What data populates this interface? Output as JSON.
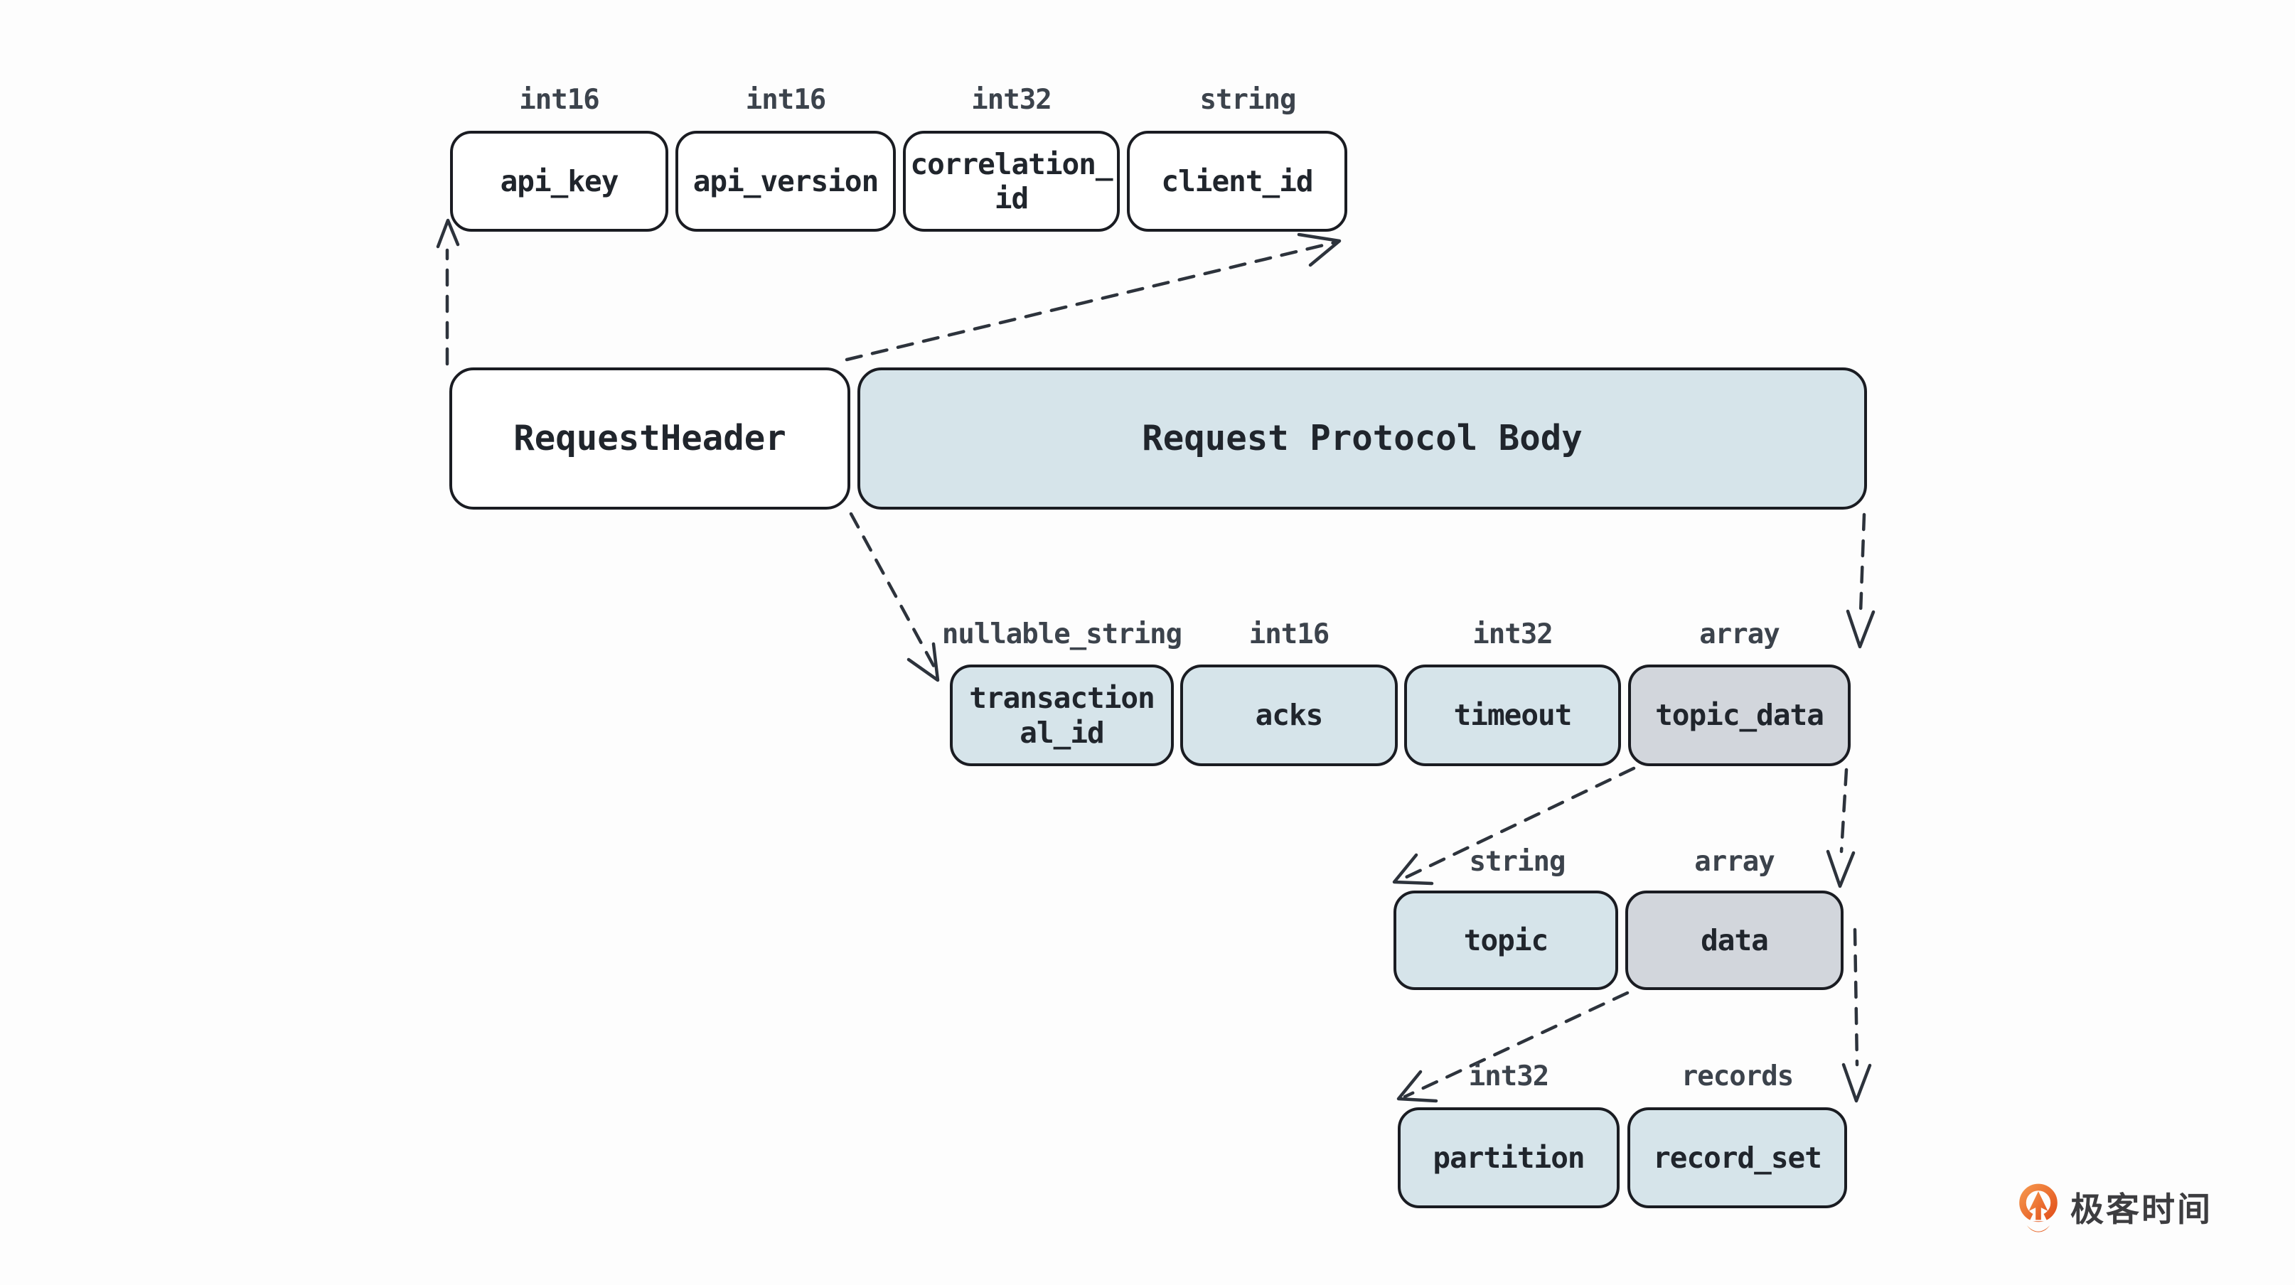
{
  "colors": {
    "bg": "#fdfdfd",
    "stroke": "#1a1c22",
    "text": "#20252c",
    "label": "#3c434c",
    "arrow": "#2d333c",
    "blue": "#d6e4ea",
    "gray": "#d2d6dc",
    "white": "#ffffff",
    "brand_text": "#3d3d40"
  },
  "diagram": {
    "request_header_fields": [
      {
        "type": "int16",
        "name": "api_key"
      },
      {
        "type": "int16",
        "name": "api_version"
      },
      {
        "type": "int32",
        "name": "correlation_\nid"
      },
      {
        "type": "string",
        "name": "client_id"
      }
    ],
    "request": {
      "header_label": "RequestHeader",
      "body_label": "Request Protocol Body"
    },
    "produce_request_fields": [
      {
        "type": "nullable_string",
        "name": "transaction\nal_id"
      },
      {
        "type": "int16",
        "name": "acks"
      },
      {
        "type": "int32",
        "name": "timeout"
      },
      {
        "type": "array",
        "name": "topic_data"
      }
    ],
    "topic_data_fields": [
      {
        "type": "string",
        "name": "topic"
      },
      {
        "type": "array",
        "name": "data"
      }
    ],
    "data_fields": [
      {
        "type": "int32",
        "name": "partition"
      },
      {
        "type": "records",
        "name": "record_set"
      }
    ]
  },
  "footer": {
    "brand_name": "极客时间"
  }
}
